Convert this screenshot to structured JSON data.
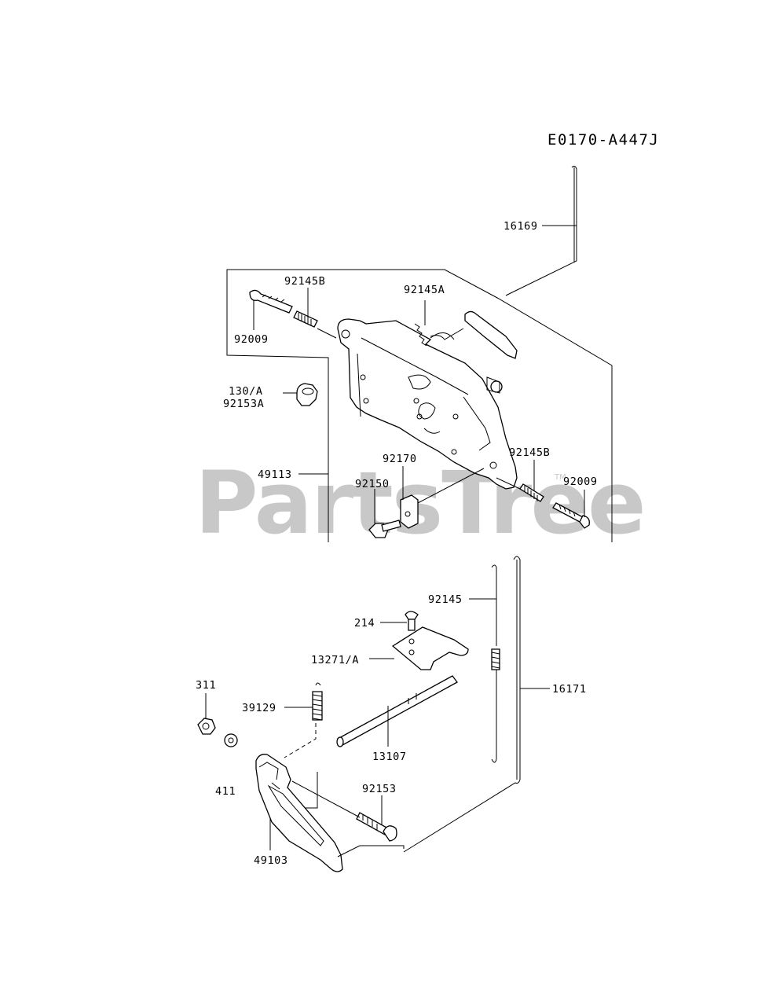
{
  "diagram": {
    "code": "E0170-A447J",
    "watermark": "PartsTree",
    "watermark_tm": "TM",
    "labels": {
      "p16169": "16169",
      "p92145B_top": "92145B",
      "p92145A": "92145A",
      "p92009_top": "92009",
      "p130A": "130/A",
      "p92153A": "92153A",
      "p92170": "92170",
      "p92145B_right": "92145B",
      "p92150": "92150",
      "p92009_right": "92009",
      "p49113": "49113",
      "p92145": "92145",
      "p214": "214",
      "p13271A": "13271/A",
      "p311": "311",
      "p39129": "39129",
      "p16171": "16171",
      "p13107": "13107",
      "p411": "411",
      "p92153": "92153",
      "p49103": "49103"
    }
  }
}
